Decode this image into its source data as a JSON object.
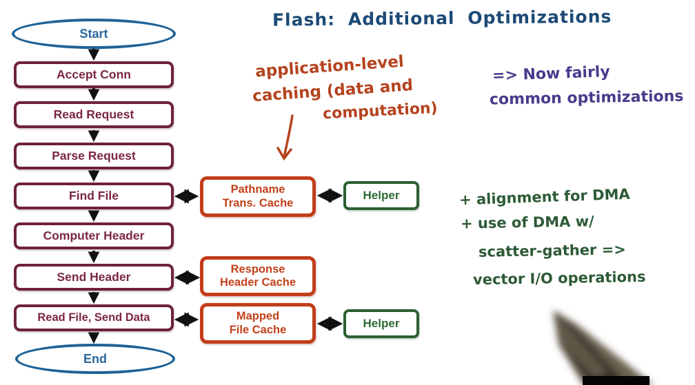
{
  "title": "Flash: Additional Optimizations",
  "flowchart": {
    "start_label": "Start",
    "end_label": "End",
    "steps": [
      "Accept Conn",
      "Read Request",
      "Parse Request",
      "Find File",
      "Computer Header",
      "Send Header",
      "Read File, Send Data"
    ],
    "caches": [
      {
        "line1": "Pathname",
        "line2": "Trans. Cache"
      },
      {
        "line1": "Response",
        "line2": "Header Cache"
      },
      {
        "line1": "Mapped",
        "line2": "File Cache"
      }
    ],
    "helpers": [
      "Helper",
      "Helper"
    ]
  },
  "notes": {
    "app_caching": {
      "line1": "application-level",
      "line2": "caching (data and",
      "line3": "computation)"
    },
    "now_common": {
      "line1": "=> Now fairly",
      "line2": "common optimizations"
    },
    "dma": {
      "line1": "+ alignment for DMA",
      "line2": "+ use of DMA w/",
      "line3": "scatter-gather =>",
      "line4": "vector I/O operations"
    }
  },
  "colors": {
    "title_blue": "#1c4a76",
    "terminal_blue": "#1f6398",
    "step_maroon": "#6e2239",
    "cache_orange": "#c23d19",
    "helper_green": "#2c5f33",
    "note_orange": "#b5431e",
    "note_purple": "#4a3a8c",
    "note_green": "#2d5a36",
    "arrow_black": "#111111"
  }
}
